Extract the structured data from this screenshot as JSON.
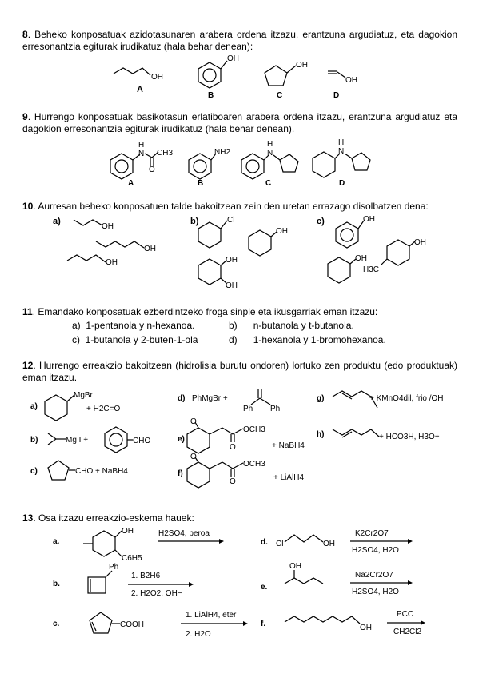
{
  "q8": {
    "num": "8",
    "text": ". Beheko konposatuak azidotasunaren arabera ordena itzazu, erantzuna argudiatuz, eta dagokion erresonantzia egiturak irudikatuz (hala behar denean):",
    "labels": [
      "A",
      "B",
      "C",
      "D"
    ],
    "oh": "OH"
  },
  "q9": {
    "num": "9",
    "text": ". Hurrengo konposatuak basikotasun erlatiboaren arabera ordena itzazu, erantzuna argudiatuz eta dagokion erresonantzia egiturak irudikatuz (hala behar denean).",
    "labels": [
      "A",
      "B",
      "C",
      "D"
    ],
    "ch3": "CH3",
    "nh2": "NH2",
    "n": "N",
    "h": "H",
    "o": "O"
  },
  "q10": {
    "num": "10",
    "text": ". Aurresan beheko konposatuen talde bakoitzean zein den uretan errazago disolbatzen dena:",
    "parts": [
      "a)",
      "b)",
      "c)"
    ],
    "cl": "Cl",
    "oh": "OH",
    "h3c": "H3C"
  },
  "q11": {
    "num": "11",
    "text": ". Emandako konposatuak ezberdintzeko froga sinple eta ikusgarriak eman itzazu:",
    "items": [
      {
        "label": "a)",
        "text": "1-pentanola y n-hexanoa."
      },
      {
        "label": "b)",
        "text": "n-butanola y t-butanola."
      },
      {
        "label": "c)",
        "text": "1-butanola y 2-buten-1-ola"
      },
      {
        "label": "d)",
        "text": "1-hexanola y 1-bromohexanoa."
      }
    ]
  },
  "q12": {
    "num": "12",
    "text": ". Hurrengo erreakzio bakoitzean (hidrolisia burutu ondoren) lortuko zen produktu (edo produktuak) eman itzazu.",
    "parts": [
      "a)",
      "b)",
      "c)",
      "d)",
      "e)",
      "f)",
      "g)",
      "h)"
    ],
    "mgbr": "MgBr",
    "h2co": "+ H2C=O",
    "mgi": "Mg I  +",
    "cho": "CHO",
    "cho_nabh4": "CHO + NaBH4",
    "phmgbr": "PhMgBr   +",
    "ph": "Ph",
    "och3": "OCH3",
    "nabh4": "+ NaBH4",
    "lialh4": "+ LiAlH4",
    "kmno4": "+ KMnO4dil, frio /OH",
    "hco3h": "+ HCO3H, H3O+",
    "o": "O"
  },
  "q13": {
    "num": "13",
    "text": ". Osa itzazu erreakzio-eskema hauek:",
    "parts": [
      "a.",
      "b.",
      "c.",
      "d.",
      "e.",
      "f."
    ],
    "a_reag": "H2SO4, beroa",
    "c6h5": "C6H5",
    "oh": "OH",
    "ph": "Ph",
    "b_reag1": "1. B2H6",
    "b_reag2": "2. H2O2, OH−",
    "c_reag1": "1. LiAlH4, eter",
    "c_reag2": "2. H2O",
    "cooh": "COOH",
    "cl": "Cl",
    "d_reag1": "K2Cr2O7",
    "d_reag2": "H2SO4, H2O",
    "e_reag1": "Na2Cr2O7",
    "e_reag2": "H2SO4, H2O",
    "f_reag1": "PCC",
    "f_reag2": "CH2Cl2"
  }
}
